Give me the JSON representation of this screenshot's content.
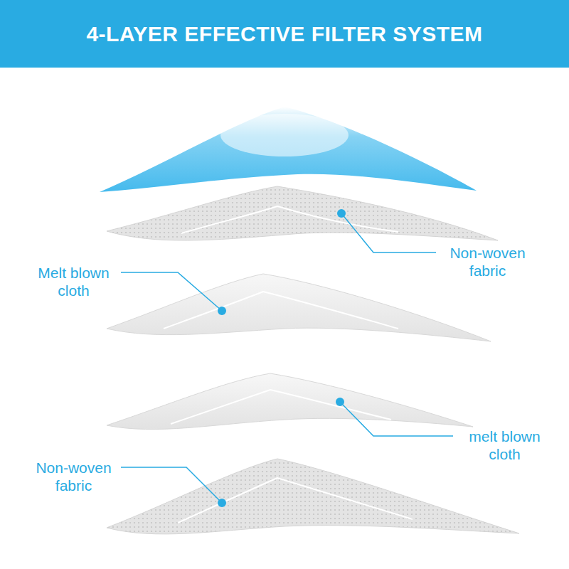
{
  "diagram": {
    "title": "4-LAYER EFFECTIVE FILTER SYSTEM",
    "labels": [
      "Non-woven fabric",
      "Melt blown cloth",
      "melt blown cloth",
      "Non-woven fabric"
    ]
  }
}
